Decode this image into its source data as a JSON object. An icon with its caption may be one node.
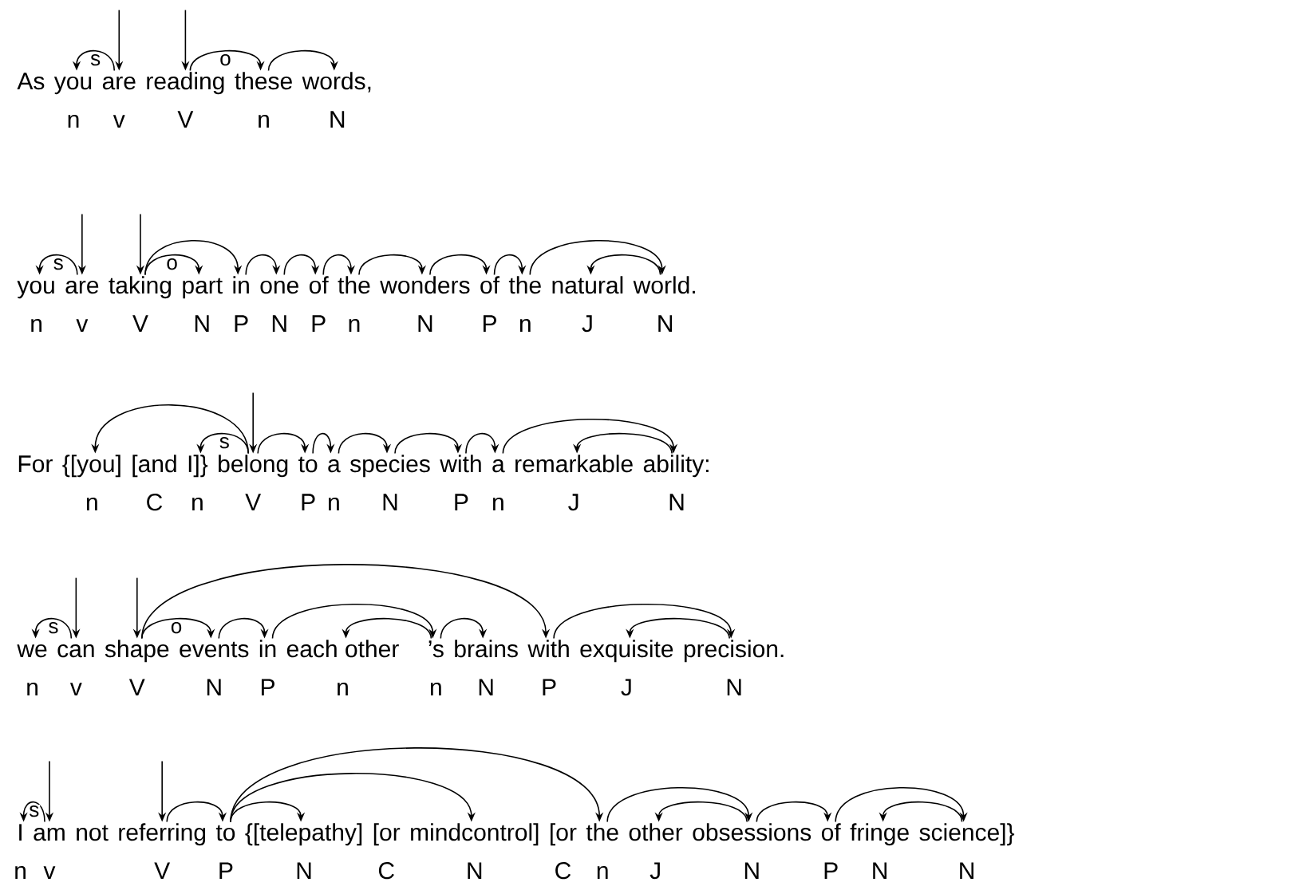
{
  "diagram": {
    "nodes": [
      {
        "text": [
          "As"
        ]
      },
      {
        "text": [
          "you"
        ],
        "beside": [
          "n"
        ]
      },
      {
        "text": [
          "are"
        ],
        "beside": [
          "v"
        ]
      },
      {
        "text": [
          "reading"
        ],
        "beside": [
          "V"
        ]
      },
      {
        "text": [
          "these"
        ],
        "beside": [
          "n"
        ]
      },
      {
        "text": [
          "words,"
        ],
        "beside": [
          "N"
        ]
      },
      {
        "text": [
          "you"
        ],
        "beside": [
          "n"
        ]
      },
      {
        "text": [
          "are"
        ],
        "beside": [
          "v"
        ]
      },
      {
        "text": [
          "taking"
        ],
        "beside": [
          "V"
        ]
      },
      {
        "text": [
          "part"
        ],
        "beside": [
          "N"
        ]
      },
      {
        "text": [
          "in"
        ],
        "beside": [
          "P"
        ]
      },
      {
        "text": [
          "one"
        ],
        "beside": [
          "N"
        ]
      },
      {
        "text": [
          "of"
        ],
        "beside": [
          "P"
        ]
      },
      {
        "text": [
          "the"
        ],
        "beside": [
          "n"
        ]
      },
      {
        "text": [
          "wonders"
        ],
        "beside": [
          "N"
        ]
      },
      {
        "text": [
          "of"
        ],
        "beside": [
          "P"
        ]
      },
      {
        "text": [
          "the"
        ],
        "beside": [
          "n"
        ]
      },
      {
        "text": [
          "natural"
        ],
        "beside": [
          "J"
        ]
      },
      {
        "text": [
          "world."
        ],
        "beside": [
          "N"
        ]
      },
      {
        "text": [
          "For"
        ]
      },
      {
        "text": [
          "{[you]"
        ],
        "beside": [
          "n"
        ]
      },
      {
        "text": [
          "[and"
        ],
        "beside": [
          "C"
        ]
      },
      {
        "text": [
          "I]}"
        ],
        "beside": [
          "n"
        ]
      },
      {
        "text": [
          "belong"
        ],
        "beside": [
          "V"
        ]
      },
      {
        "text": [
          "to"
        ],
        "beside": [
          "P"
        ]
      },
      {
        "text": [
          "a"
        ],
        "beside": [
          "n"
        ]
      },
      {
        "text": [
          "species"
        ],
        "beside": [
          "N"
        ]
      },
      {
        "text": [
          "with"
        ],
        "beside": [
          "P"
        ]
      },
      {
        "text": [
          "a"
        ],
        "beside": [
          "n"
        ]
      },
      {
        "text": [
          "remarkable"
        ],
        "beside": [
          "J"
        ]
      },
      {
        "text": [
          "ability:"
        ],
        "beside": [
          "N"
        ]
      },
      {
        "text": [
          "we"
        ],
        "beside": [
          "n"
        ]
      },
      {
        "text": [
          "can"
        ],
        "beside": [
          "v"
        ]
      },
      {
        "text": [
          "shape"
        ],
        "beside": [
          "V"
        ]
      },
      {
        "text": [
          "events"
        ],
        "beside": [
          "N"
        ]
      },
      {
        "text": [
          "in"
        ],
        "beside": [
          "P"
        ]
      },
      {
        "text": [
          "each other"
        ],
        "beside": [
          "n"
        ]
      },
      {
        "text": [
          "’s"
        ],
        "beside": [
          "n"
        ]
      },
      {
        "text": [
          "brains"
        ],
        "beside": [
          "N"
        ]
      },
      {
        "text": [
          "with"
        ],
        "beside": [
          "P"
        ]
      },
      {
        "text": [
          "exquisite"
        ],
        "beside": [
          "J"
        ]
      },
      {
        "text": [
          "precision."
        ],
        "beside": [
          "N"
        ]
      },
      {
        "text": [
          "I"
        ],
        "beside": [
          "n"
        ]
      },
      {
        "text": [
          "am"
        ],
        "beside": [
          "v"
        ]
      },
      {
        "text": [
          "not"
        ]
      },
      {
        "text": [
          "referring"
        ],
        "beside": [
          "V"
        ]
      },
      {
        "text": [
          "to"
        ],
        "beside": [
          "P"
        ]
      },
      {
        "text": [
          "{[telepathy]"
        ],
        "beside": [
          "N"
        ]
      },
      {
        "text": [
          "[or"
        ],
        "beside": [
          "C"
        ]
      },
      {
        "text": [
          "mindcontrol]"
        ],
        "beside": [
          "N"
        ]
      },
      {
        "text": [
          "[or"
        ],
        "beside": [
          "C"
        ]
      },
      {
        "text": [
          "the"
        ],
        "beside": [
          "n"
        ]
      },
      {
        "text": [
          "other"
        ],
        "beside": [
          "J"
        ]
      },
      {
        "text": [
          "obsessions"
        ],
        "beside": [
          "N"
        ]
      },
      {
        "text": [
          "of"
        ],
        "beside": [
          "P"
        ]
      },
      {
        "text": [
          "fringe"
        ],
        "beside": [
          "N"
        ]
      },
      {
        "text": [
          "science]}"
        ],
        "beside": [
          "N"
        ]
      }
    ],
    "edges": [
      {
        "from": 2,
        "to": 1,
        "arrow": "to",
        "label": "s"
      },
      {
        "from": null,
        "to": 2,
        "arrow": "to"
      },
      {
        "from": null,
        "to": 3,
        "arrow": "to"
      },
      {
        "from": 3,
        "to": 4,
        "arrow": "to",
        "label": "o"
      },
      {
        "from": 4,
        "to": 5,
        "arrow": "to"
      },
      {
        "from": 7,
        "to": 6,
        "arrow": "to",
        "label": "s"
      },
      {
        "from": null,
        "to": 7,
        "arrow": "to"
      },
      {
        "from": null,
        "to": 8,
        "arrow": "to"
      },
      {
        "from": 8,
        "to": 9,
        "arrow": "to",
        "label": "o"
      },
      {
        "from": 8,
        "to": 10,
        "arrow": "to"
      },
      {
        "from": 10,
        "to": 11,
        "arrow": "to"
      },
      {
        "from": 11,
        "to": 12,
        "arrow": "to"
      },
      {
        "from": 12,
        "to": 13,
        "arrow": "to"
      },
      {
        "from": 13,
        "to": 14,
        "arrow": "to"
      },
      {
        "from": 14,
        "to": 15,
        "arrow": "to"
      },
      {
        "from": 15,
        "to": 16,
        "arrow": "to"
      },
      {
        "from": 16,
        "to": 18,
        "arrow": "to"
      },
      {
        "from": 18,
        "to": 17,
        "arrow": "to"
      },
      {
        "from": 23,
        "to": 20,
        "arrow": "to"
      },
      {
        "from": 23,
        "to": 22,
        "arrow": "to",
        "label": "s"
      },
      {
        "from": null,
        "to": 23,
        "arrow": "to"
      },
      {
        "from": 23,
        "to": 24,
        "arrow": "to"
      },
      {
        "from": 24,
        "to": 25,
        "arrow": "to"
      },
      {
        "from": 25,
        "to": 26,
        "arrow": "to"
      },
      {
        "from": 26,
        "to": 27,
        "arrow": "to"
      },
      {
        "from": 27,
        "to": 28,
        "arrow": "to"
      },
      {
        "from": 28,
        "to": 30,
        "arrow": "to"
      },
      {
        "from": 30,
        "to": 29,
        "arrow": "to"
      },
      {
        "from": 32,
        "to": 31,
        "arrow": "to",
        "label": "s"
      },
      {
        "from": null,
        "to": 32,
        "arrow": "to"
      },
      {
        "from": null,
        "to": 33,
        "arrow": "to"
      },
      {
        "from": 33,
        "to": 34,
        "arrow": "to",
        "label": "o"
      },
      {
        "from": 33,
        "to": 39,
        "arrow": "to"
      },
      {
        "from": 34,
        "to": 35,
        "arrow": "to"
      },
      {
        "from": 35,
        "to": 37,
        "arrow": "to"
      },
      {
        "from": 37,
        "to": 36,
        "arrow": "to"
      },
      {
        "from": 37,
        "to": 38,
        "arrow": "to"
      },
      {
        "from": 39,
        "to": 41,
        "arrow": "to"
      },
      {
        "from": 41,
        "to": 40,
        "arrow": "to"
      },
      {
        "from": 43,
        "to": 42,
        "arrow": "to",
        "label": "s"
      },
      {
        "from": null,
        "to": 43,
        "arrow": "to"
      },
      {
        "from": null,
        "to": 45,
        "arrow": "to"
      },
      {
        "from": 45,
        "to": 46,
        "arrow": "to"
      },
      {
        "from": 46,
        "to": 47,
        "arrow": "to"
      },
      {
        "from": 46,
        "to": 49,
        "arrow": "to"
      },
      {
        "from": 46,
        "to": 51,
        "arrow": "to"
      },
      {
        "from": 51,
        "to": 53,
        "arrow": "to"
      },
      {
        "from": 53,
        "to": 52,
        "arrow": "to"
      },
      {
        "from": 53,
        "to": 54,
        "arrow": "to"
      },
      {
        "from": 54,
        "to": 56,
        "arrow": "to"
      },
      {
        "from": 56,
        "to": 55,
        "arrow": "to"
      }
    ]
  }
}
